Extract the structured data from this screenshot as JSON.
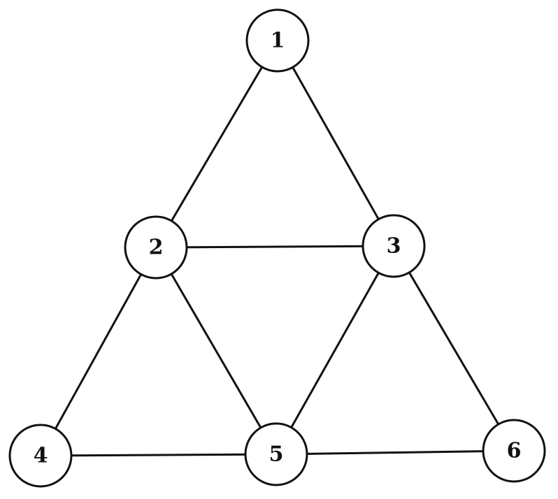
{
  "graph": {
    "nodes": [
      {
        "id": "1",
        "label": "1"
      },
      {
        "id": "2",
        "label": "2"
      },
      {
        "id": "3",
        "label": "3"
      },
      {
        "id": "4",
        "label": "4"
      },
      {
        "id": "5",
        "label": "5"
      },
      {
        "id": "6",
        "label": "6"
      }
    ],
    "edges": [
      {
        "from": "1",
        "to": "2"
      },
      {
        "from": "1",
        "to": "3"
      },
      {
        "from": "2",
        "to": "3"
      },
      {
        "from": "2",
        "to": "4"
      },
      {
        "from": "2",
        "to": "5"
      },
      {
        "from": "3",
        "to": "5"
      },
      {
        "from": "3",
        "to": "6"
      },
      {
        "from": "4",
        "to": "5"
      },
      {
        "from": "5",
        "to": "6"
      }
    ]
  }
}
